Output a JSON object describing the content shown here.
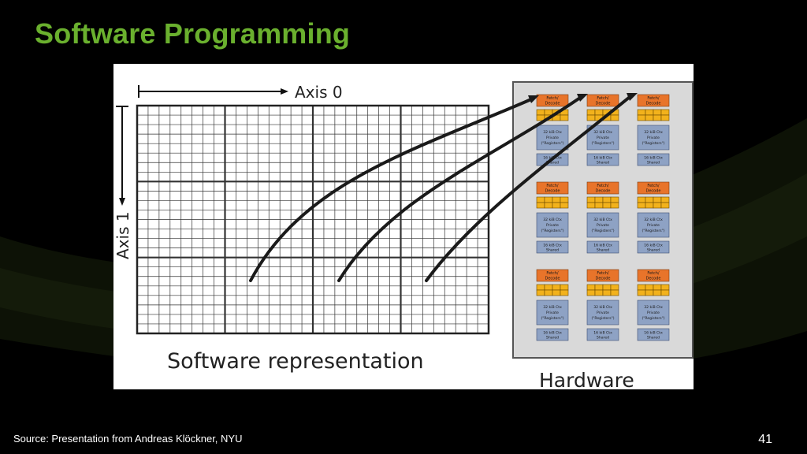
{
  "slide": {
    "title": "Software Programming",
    "source": "Source: Presentation from Andreas Klöckner, NYU",
    "page_number": "41"
  },
  "diagram": {
    "axis0_label": "Axis 0",
    "axis1_label": "Axis 1",
    "software_caption": "Software representation",
    "hardware_caption": "Hardware",
    "grid": {
      "block_cols": 4,
      "block_rows": 3,
      "cells_per_block": 8
    },
    "hardware_cores": {
      "rows": 3,
      "cols": 3
    },
    "core_labels": {
      "fetch": "Fetch/ Decode",
      "private": "32 kiB Ctx Private (\"Registers\")",
      "shared": "16 kiB Ctx Shared"
    },
    "colors": {
      "fetch": "#e8742a",
      "alu": "#f2b21c",
      "ctx": "#8ea2c4",
      "hw_panel": "#d9d9d9",
      "title": "#6ab02e"
    }
  }
}
